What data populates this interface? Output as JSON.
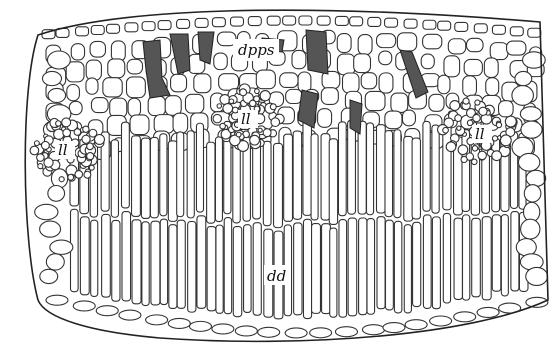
{
  "figure": {
    "labels": {
      "top": "dpps",
      "bundle_left": "ll",
      "bundle_middle": "ll",
      "bundle_right": "ll",
      "bottom": "dd"
    },
    "colors": {
      "ink": "#222222",
      "dark_cells": "#555555",
      "paper": "#ffffff"
    }
  }
}
